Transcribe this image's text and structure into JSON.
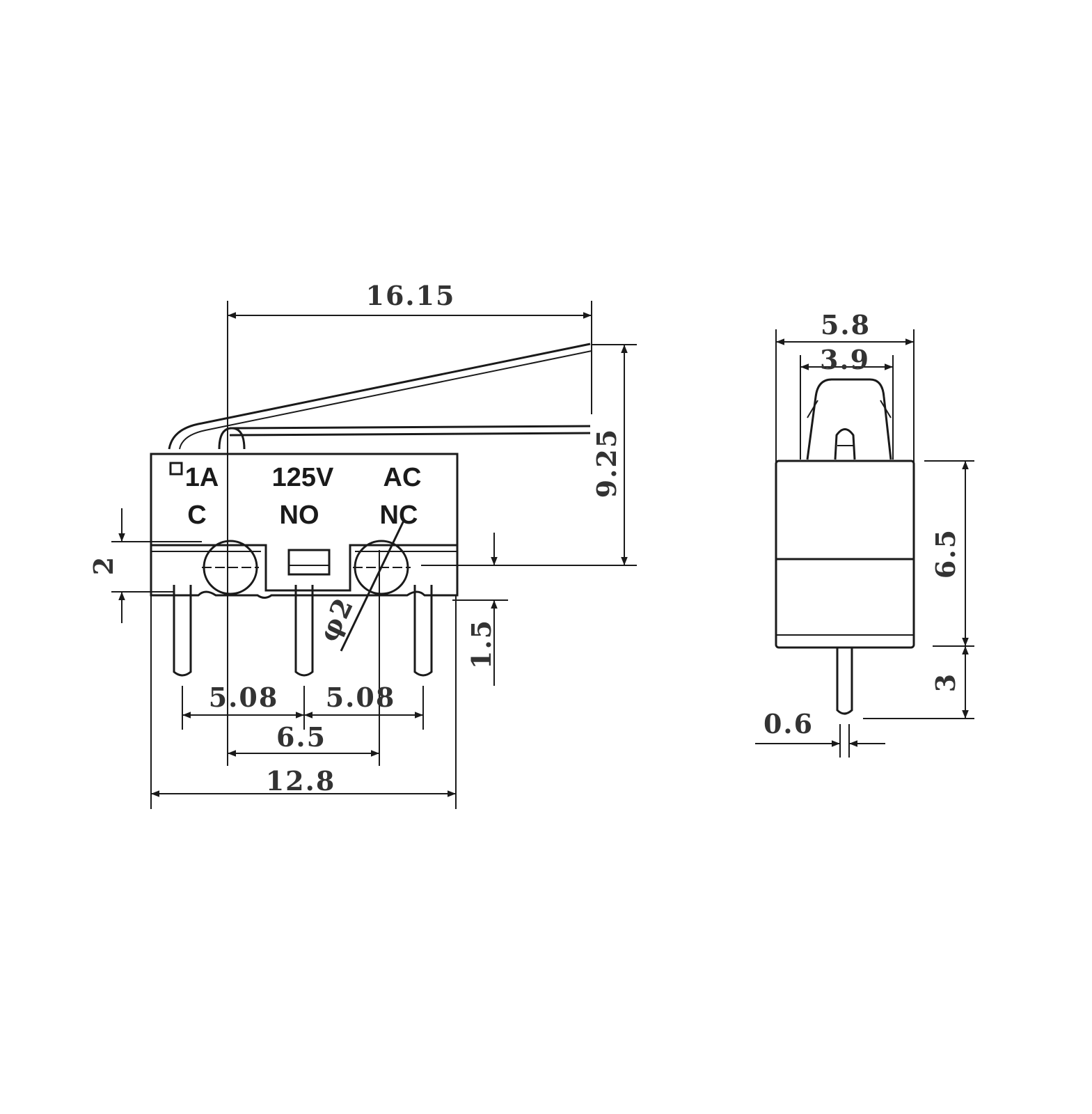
{
  "front_view": {
    "labels": {
      "current": "1A",
      "voltage": "125V",
      "type": "AC",
      "common": "C",
      "normally_open": "NO",
      "normally_closed": "NC"
    },
    "dimensions": {
      "lever_length": "16.15",
      "height": "9.25",
      "hole_offset": "2",
      "pin_offset": "1.5",
      "hole_diameter": "φ2",
      "pin_pitch_left": "5.08",
      "pin_pitch_right": "5.08",
      "hole_spacing": "6.5",
      "body_width": "12.8"
    }
  },
  "side_view": {
    "dimensions": {
      "body_depth": "5.8",
      "actuator_width": "3.9",
      "body_height": "6.5",
      "pin_length": "3",
      "pin_thickness": "0.6"
    }
  }
}
